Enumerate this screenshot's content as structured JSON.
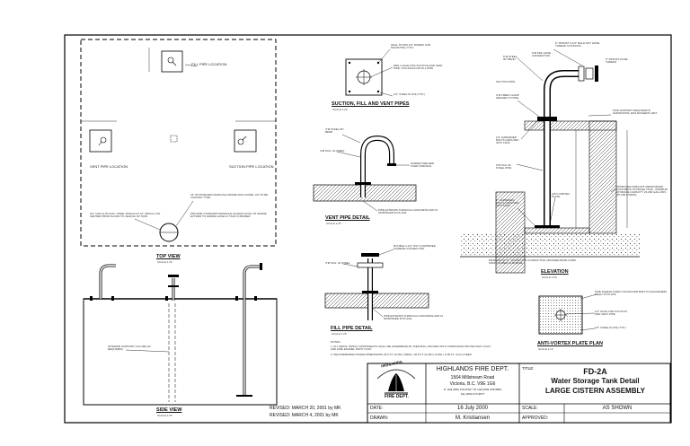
{
  "views": {
    "top_view": {
      "title": "TOP VIEW",
      "scale": "SCALE 1:25"
    },
    "side_view": {
      "title": "SIDE VIEW",
      "scale": "SCALE 1:25"
    },
    "suction_fill": {
      "title": "SUCTION, FILL AND VENT PIPES",
      "scale": "SCALE 1:25"
    },
    "vent_pipe": {
      "title": "VENT PIPE DETAIL",
      "scale": "SCALE 1:25"
    },
    "fill_pipe": {
      "title": "FILL PIPE DETAIL",
      "scale": "SCALE 1:25"
    },
    "elevation": {
      "title": "ELEVATION",
      "scale": "SCALE 1:50"
    },
    "anti_vortex": {
      "title": "ANTI-VORTEX PLATE PLAN",
      "scale": "SCALE 1:10"
    }
  },
  "labels": {
    "fill_pipe_location": "FILL PIPE LOCATION",
    "vent_pipe_location": "VENT PIPE LOCATION",
    "suction_pipe_location": "SUCTION PIPE LOCATION",
    "manhole": "24\" Ø STANDARD MANHOLE FRAME AND COVER, LID TO BE LOCKING TYPE",
    "manhole_access": "PROVIDE STANDARD MANHOLE ACCESS HOLE TO GRADE EXTEND TO GRADE LEVEL IF TANK IS BURIED",
    "steel_rungs": "3/4\" (19mm) Ø GALV. STEEL RUNGS AT 12\" (305mm) ON CENTER FROM FLOOR TO CEILING OF TANK",
    "interior_column": "INTERIOR SUPPORT COLUMN (IF REQUIRED)",
    "wall_studs": "WALL STUDS 1/2\" RISERS FOR MOUNTING (TYP.)",
    "drill_hole": "DRILL HOLE FOR SUCTION AND VENT PIPE. 4\"Ø HOLE FOR FILL PIPE",
    "steel_plate": "1/4\" STEEL PLATE (TYP.)",
    "screen_welded": "SCREEN WELDED OVER OPENING",
    "pipe_sch40": "4\"Ø SCH. 40 STEEL",
    "std_bend": "4\"Ø STEEL 90° BEND",
    "pipe_extends": "PIPE EXTENDS THROUGH CONCRETE AND IS MORTARED IN PLACE",
    "double_coupling": "DOUBLE 2-1/2\" NST CLAPPERED SIAMESE CONNECTION",
    "siamese_nipple": "6\" PIN/NST 4-1/2\" MALE NST HOSE THREAD COUPLING",
    "hose_nipple": "6\" PIN/NST HOSE THREAD",
    "fdc": "6\"Ø FDF HOSE CONNECTION",
    "std_bend_elev": "6\"Ø STEEL 90° BEND",
    "suction_pipe": "SUCTION PIPE",
    "fiber_clamp": "6\"Ø FIBER CLAMP WELDED TO PIPE",
    "anchor_bolts": "1/2\" HARDENED BOLTS GROUTED INTO TANK",
    "pipe_support": "PIPE SUPPORT REQUIRED IF HORIZONTAL RUN EXCEEDS 10FT.",
    "sch40_elev": "6\"Ø SCH 40 STEEL PIPE",
    "anti_vortex_plate": "ANTI-VORTEX PLATE",
    "hardened_bolts": "1\" HARDENED BOLTS GROUTED INTO TANK",
    "approved_precast": "APPROVED PRECAST REINFORCED CONCRETE STORAGE TANK - MINIMUM STORAGE CAPACITY 23,000 GALLONS (87,000 LITERS)",
    "minimum_slope": "MINIMUM OF 12\" SLOPE NON-CONDUCTIVE CRUSHED BASE OVER UNDISTURBED SUB-BASE",
    "plate_hole": "PIPE SLEEVE OVER 1\"Ø ANCHOR BOLTS (GALVANIZED). WELD TO PLATE",
    "plate_hole2": "1/4\" HOLE FOR SUCTION AND VENT PIPE",
    "plate_steel": "1/4\" STEEL PLATE (TYP.)"
  },
  "notes": {
    "heading": "NOTES:",
    "items": [
      "1. ALL METAL PIPING COMPONENTS SHALL BE ASSEMBLED BY WELDING, PAINTED WITH CORROSION PROTECTANT COAT AND FIRE ENAMEL PAINT COAT.",
      "2. RECOMMENDED INSIDE DIMENSIONS 20.5 FT. (6.25m) WIDE x 20.5 FT. (6.25m) LONG x 6.56 FT. (2.0m) DEEP."
    ]
  },
  "revisions": [
    "REVISED: MARCH 20, 2001 by MK",
    "REVISED: MARCH 4, 2001 by MK"
  ],
  "title_block": {
    "logo_top": "HIGHLANDS",
    "logo_bottom": "FIRE DEPT.",
    "dept_name": "HIGHLANDS FIRE DEPT.",
    "address1": "1564 Millstream Road",
    "address2": "Victoria, B.C.  V9E 1G6",
    "phone": "D. Hall (250) 478-9763 * M. Hall (250) 478-9853",
    "fax": "Fax (250) 474-3677",
    "title_label": "TITLE:",
    "drawing_no": "FD-2A",
    "drawing_title1": "Water Storage Tank Detail",
    "drawing_title2": "LARGE CISTERN ASSEMBLY",
    "date_label": "DATE:",
    "date_value": "16 July 2000",
    "scale_label": "SCALE:",
    "scale_value": "AS SHOWN",
    "drawn_label": "DRAWN:",
    "drawn_value": "M. Kristiansen",
    "approved_label": "APPROVED:",
    "approved_value": ""
  }
}
